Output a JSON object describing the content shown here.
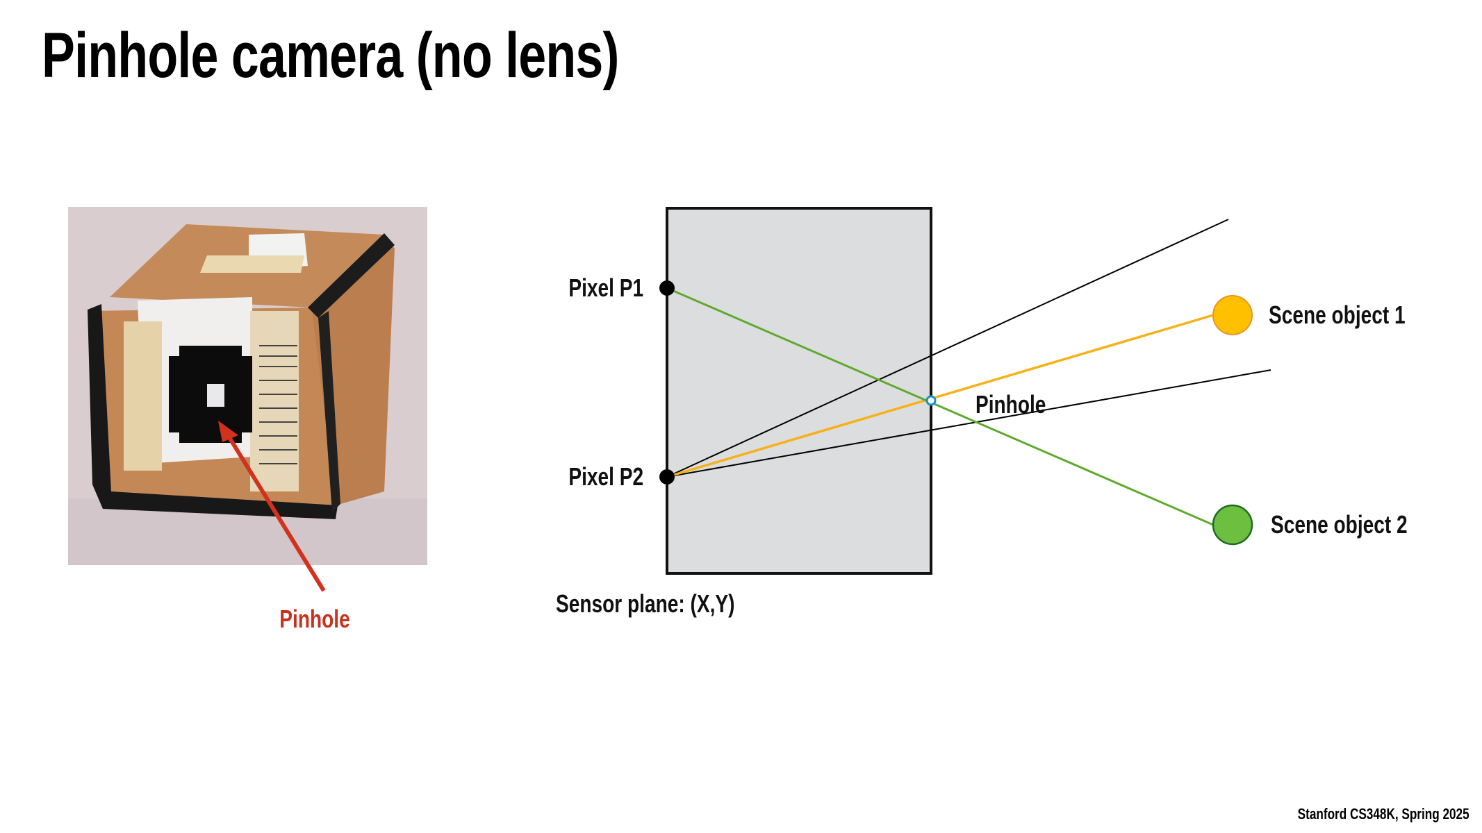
{
  "slide": {
    "title": "Pinhole camera (no lens)",
    "footer": "Stanford CS348K, Spring 2025"
  },
  "photo": {
    "pinhole_label": "Pinhole",
    "arrow_color": "#d0321d"
  },
  "diagram": {
    "pixel_p1": "Pixel P1",
    "pixel_p2": "Pixel P2",
    "pinhole": "Pinhole",
    "sensor_plane": "Sensor plane: (X,Y)",
    "scene_object_1": "Scene object 1",
    "scene_object_2": "Scene object 2",
    "colors": {
      "object1": "#ffc000",
      "object2": "#6cbf3f",
      "sensor_fill": "#dcdddf",
      "pinhole_marker": "#1b8fc4"
    }
  }
}
